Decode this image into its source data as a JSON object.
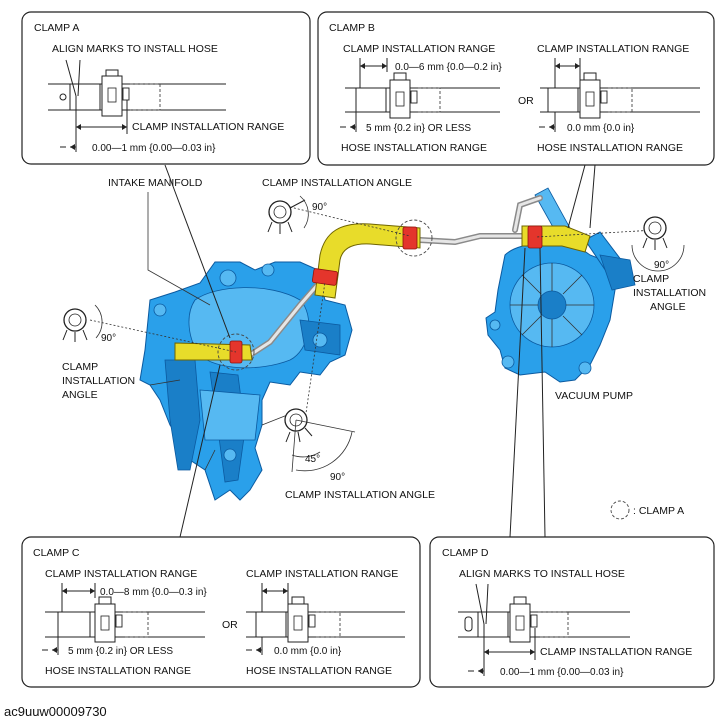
{
  "clamp_a": {
    "title": "CLAMP A",
    "align_marks": "ALIGN MARKS TO INSTALL HOSE",
    "install_range": "CLAMP INSTALLATION RANGE",
    "dimension": "0.00—1 mm {0.00—0.03 in}"
  },
  "clamp_b": {
    "title": "CLAMP B",
    "left_range": "CLAMP INSTALLATION RANGE",
    "left_dim": "0.0—6 mm {0.0—0.2 in}",
    "left_hose_dim": "5 mm {0.2 in} OR LESS",
    "left_hose_range": "HOSE INSTALLATION RANGE",
    "or": "OR",
    "right_range": "CLAMP INSTALLATION RANGE",
    "right_dim": "0.0 mm {0.0 in}",
    "right_hose_range": "HOSE INSTALLATION RANGE"
  },
  "clamp_c": {
    "title": "CLAMP C",
    "left_range": "CLAMP INSTALLATION RANGE",
    "left_dim": "0.0—8 mm {0.0—0.3 in}",
    "left_hose_dim": "5 mm {0.2 in} OR LESS",
    "left_hose_range": "HOSE INSTALLATION RANGE",
    "or": "OR",
    "right_range": "CLAMP INSTALLATION RANGE",
    "right_dim": "0.0 mm {0.0 in}",
    "right_hose_range": "HOSE INSTALLATION RANGE"
  },
  "clamp_d": {
    "title": "CLAMP D",
    "align_marks": "ALIGN MARKS TO INSTALL HOSE",
    "install_range": "CLAMP INSTALLATION RANGE",
    "dimension": "0.00—1 mm {0.00—0.03 in}"
  },
  "main": {
    "intake_manifold": "INTAKE MANIFOLD",
    "angle_top": "CLAMP INSTALLATION ANGLE",
    "angle_bottom": "CLAMP INSTALLATION ANGLE",
    "angle_left_1": "CLAMP",
    "angle_left_2": "INSTALLATION",
    "angle_left_3": "ANGLE",
    "angle_right_1": "CLAMP",
    "angle_right_2": "INSTALLATION",
    "angle_right_3": "ANGLE",
    "vacuum_pump": "VACUUM PUMP",
    "deg_top": "90°",
    "deg_left": "90°",
    "deg_right": "90°",
    "deg_bottom_45": "45°",
    "deg_bottom_90": "90°",
    "legend": ": CLAMP A"
  },
  "footer_id": "ac9uuw00009730",
  "colors": {
    "component_blue": "#2aa0ea",
    "hose_yellow": "#e8dc2a",
    "clamp_red": "#e4352c"
  }
}
